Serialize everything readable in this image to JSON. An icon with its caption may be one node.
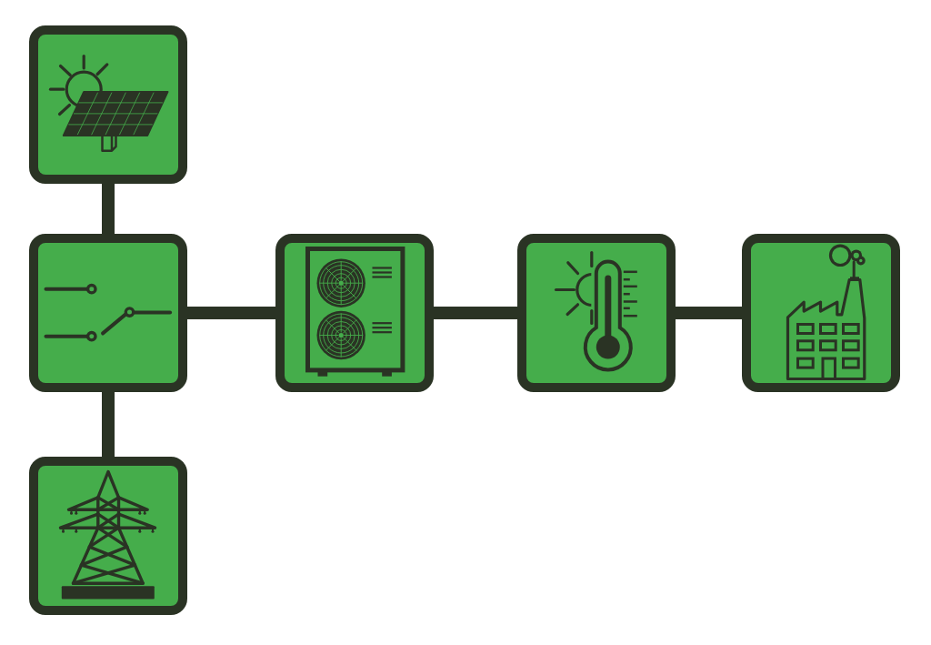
{
  "diagram": {
    "nodes": [
      {
        "text": [],
        "shape": "picture"
      },
      {
        "text": [],
        "shape": "picture"
      },
      {
        "text": [],
        "shape": "picture"
      },
      {
        "text": [],
        "shape": "picture"
      },
      {
        "text": [],
        "shape": "picture"
      },
      {
        "text": [],
        "shape": "picture"
      }
    ],
    "edges": [
      {
        "from": 0,
        "to": 1,
        "arrow": "none"
      },
      {
        "from": 1,
        "to": 2,
        "arrow": "none"
      },
      {
        "from": 2,
        "to": 3,
        "arrow": "none"
      },
      {
        "from": 3,
        "to": 4,
        "arrow": "none"
      },
      {
        "from": 1,
        "to": 5,
        "arrow": "none"
      }
    ]
  }
}
